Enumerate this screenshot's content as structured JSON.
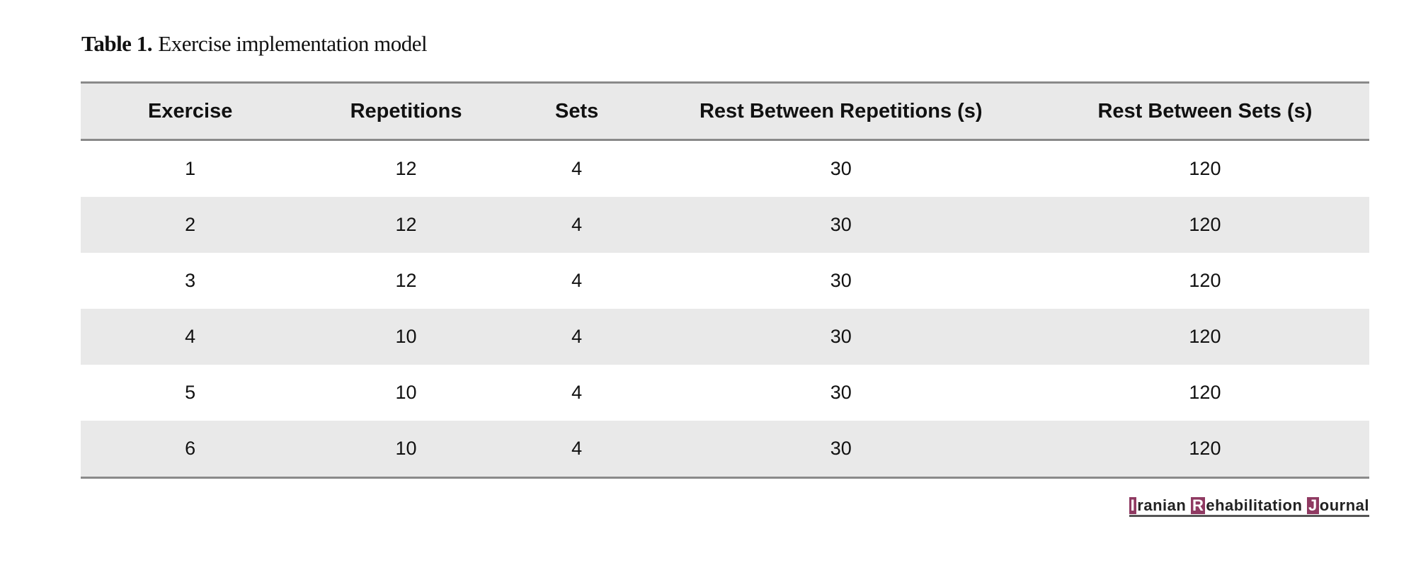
{
  "caption": {
    "label": "Table 1.",
    "text": "Exercise implementation model"
  },
  "table": {
    "headers": [
      "Exercise",
      "Repetitions",
      "Sets",
      "Rest Between Repetitions (s)",
      "Rest Between Sets (s)"
    ],
    "rows": [
      [
        "1",
        "12",
        "4",
        "30",
        "120"
      ],
      [
        "2",
        "12",
        "4",
        "30",
        "120"
      ],
      [
        "3",
        "12",
        "4",
        "30",
        "120"
      ],
      [
        "4",
        "10",
        "4",
        "30",
        "120"
      ],
      [
        "5",
        "10",
        "4",
        "30",
        "120"
      ],
      [
        "6",
        "10",
        "4",
        "30",
        "120"
      ]
    ]
  },
  "logo": {
    "text": "Iranian Rehabilitation Journal",
    "parts": [
      {
        "initial": "I",
        "rest": "ranian "
      },
      {
        "initial": "R",
        "rest": "ehabilitation "
      },
      {
        "initial": "J",
        "rest": "ournal"
      }
    ],
    "accent_color": "#8f3a62"
  }
}
